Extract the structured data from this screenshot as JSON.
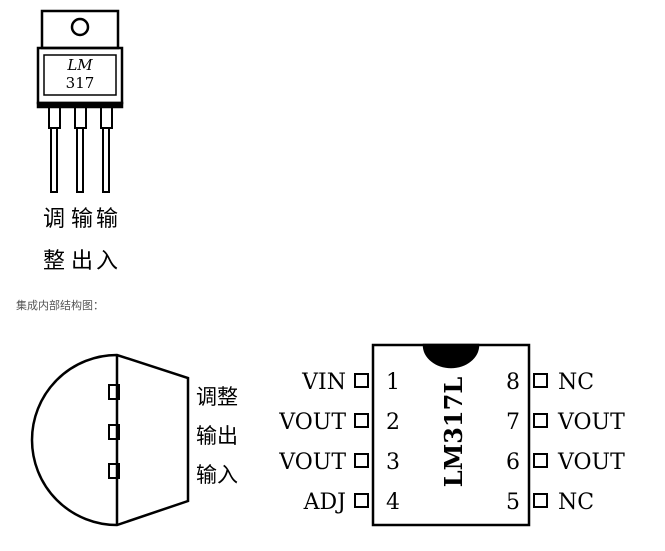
{
  "to220": {
    "part_line1": "LM",
    "part_line2": "317",
    "pin_labels": [
      {
        "line1": "调",
        "line2": "整"
      },
      {
        "line1": "输",
        "line2": "出"
      },
      {
        "line1": "输",
        "line2": "入"
      }
    ]
  },
  "caption": "集成内部结构图：",
  "to92": {
    "labels": [
      "调整",
      "输出",
      "输入"
    ]
  },
  "dip8": {
    "part": "LM317L",
    "left_pins": [
      {
        "name": "VIN",
        "num": "1"
      },
      {
        "name": "VOUT",
        "num": "2"
      },
      {
        "name": "VOUT",
        "num": "3"
      },
      {
        "name": "ADJ",
        "num": "4"
      }
    ],
    "right_pins": [
      {
        "num": "8",
        "name": "NC"
      },
      {
        "num": "7",
        "name": "VOUT"
      },
      {
        "num": "6",
        "name": "VOUT"
      },
      {
        "num": "5",
        "name": "NC"
      }
    ]
  },
  "colors": {
    "ink": "#000000",
    "caption": "#555555",
    "background": "#ffffff"
  }
}
